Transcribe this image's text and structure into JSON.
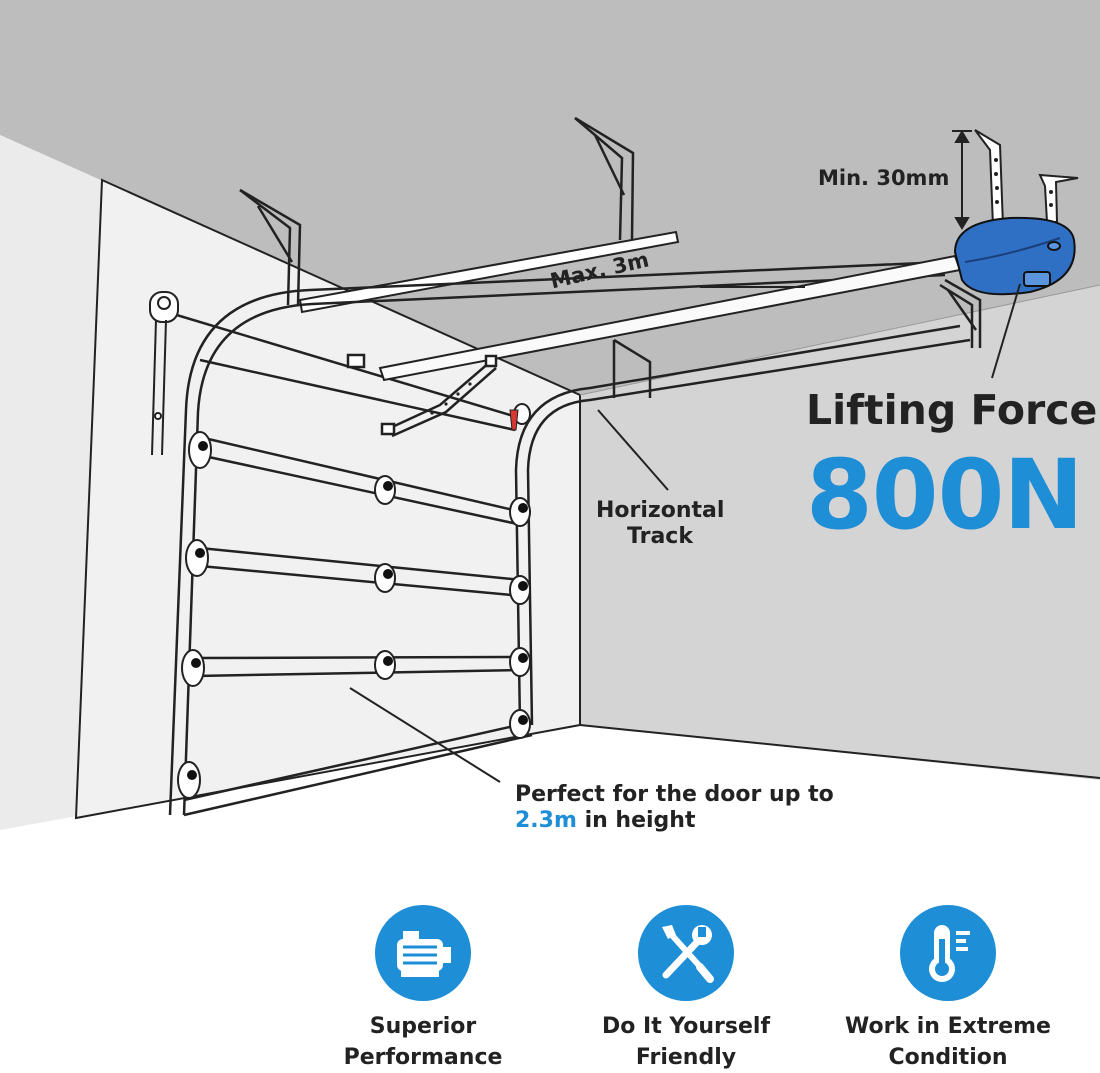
{
  "diagram": {
    "min_clearance_label": "Min. 30mm",
    "max_length_label": "Max. 3m",
    "track_label_line1": "Horizontal",
    "track_label_line2": "Track",
    "force_title": "Lifting Force",
    "force_value": "800N",
    "door_note_prefix": "Perfect for the door up to",
    "door_note_highlight": "2.3m",
    "door_note_suffix": " in height",
    "accent_color": "#1e8ed6",
    "motor_color": "#2f6fc4"
  },
  "features": [
    {
      "icon": "motor-icon",
      "line1": "Superior",
      "line2": "Performance"
    },
    {
      "icon": "tools-icon",
      "line1": "Do It Yourself",
      "line2": "Friendly"
    },
    {
      "icon": "thermometer-icon",
      "line1": "Work in Extreme",
      "line2": "Condition"
    }
  ]
}
